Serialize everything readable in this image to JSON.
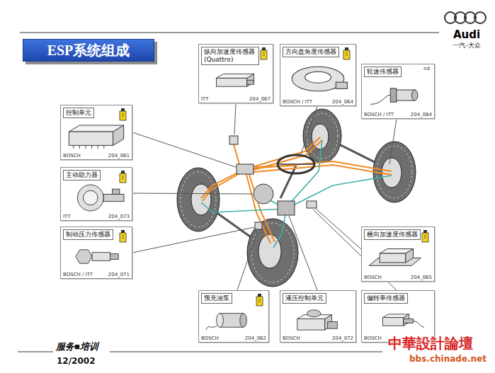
{
  "diagram": {
    "title": "ESP系统组成",
    "nodes": [
      {
        "text": [
          "ITT",
          "204_067"
        ]
      },
      {
        "text": [
          "纵向加速度传感器 (Quattro)"
        ],
        "in": 0
      },
      {
        "text": [
          "BOSCH / ITT",
          "204_064"
        ]
      },
      {
        "text": [
          "方向盘角度传感器"
        ],
        "in": 2
      },
      {
        "text": [
          "BOSCH / ITT",
          "204_084"
        ]
      },
      {
        "text": [
          "轮速传感器"
        ],
        "in": 4
      },
      {
        "text": [
          "BOSCH",
          "204_061"
        ]
      },
      {
        "text": [
          "控制单元"
        ],
        "in": 6
      },
      {
        "text": [
          "ITT",
          "204_073"
        ]
      },
      {
        "text": [
          "主动助力器"
        ],
        "in": 8
      },
      {
        "text": [
          "BOSCH / ITT",
          "204_071"
        ]
      },
      {
        "text": [
          "制动压力传感器"
        ],
        "in": 10
      },
      {
        "text": [
          "BOSCH",
          "204_065"
        ]
      },
      {
        "text": [
          "横向加速度传感器"
        ],
        "in": 12
      },
      {
        "text": [
          "BOSCH",
          "204_062"
        ]
      },
      {
        "text": [
          "预充油泵"
        ],
        "in": 14
      },
      {
        "text": [
          "BOSCH",
          "204_072"
        ]
      },
      {
        "text": [
          "液压控制单元"
        ],
        "in": 16
      },
      {
        "text": [
          "BOSCH"
        ]
      },
      {
        "text": [
          "偏转率传感器"
        ],
        "in": 18
      }
    ],
    "labels": [
      "Audi",
      "一汽-大众",
      "服务■培训",
      "12/2002",
      "中華設計論壇",
      "bbs.chinade.net",
      "nd"
    ]
  }
}
